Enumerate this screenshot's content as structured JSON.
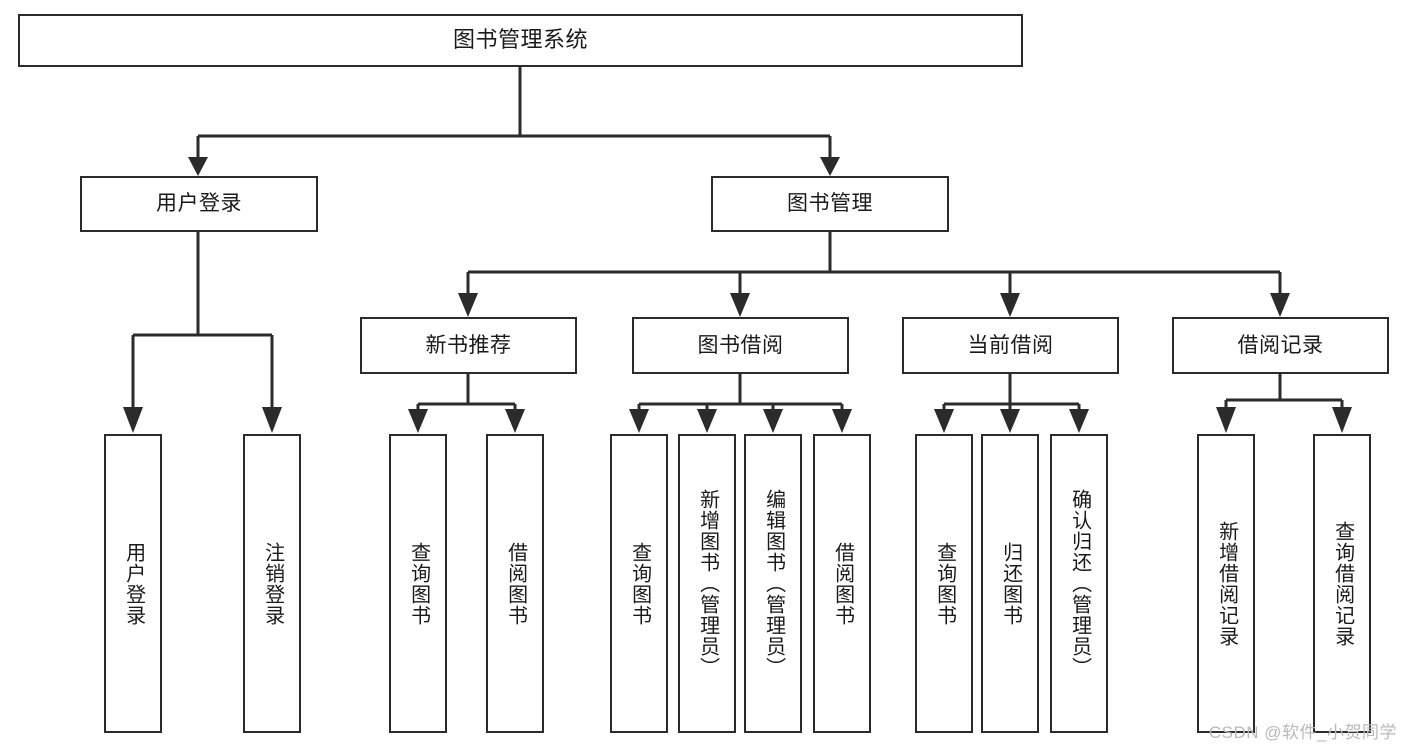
{
  "diagram": {
    "type": "tree",
    "title": "图书管理系统",
    "watermark": "CSDN @软件_小贺同学",
    "colors": {
      "stroke": "#2b2b2b",
      "fill": "#ffffff",
      "text": "#1a1a1a",
      "watermark": "#b9b9b9"
    },
    "levels": {
      "root": {
        "label": "图书管理系统"
      },
      "level2": [
        {
          "label": "用户登录"
        },
        {
          "label": "图书管理"
        }
      ],
      "level3": [
        {
          "label": "新书推荐"
        },
        {
          "label": "图书借阅"
        },
        {
          "label": "当前借阅"
        },
        {
          "label": "借阅记录"
        }
      ],
      "leaves": [
        {
          "label": "用户登录",
          "parent": "用户登录"
        },
        {
          "label": "注销登录",
          "parent": "用户登录"
        },
        {
          "label": "查询图书",
          "parent": "新书推荐"
        },
        {
          "label": "借阅图书",
          "parent": "新书推荐"
        },
        {
          "label": "查询图书",
          "parent": "图书借阅"
        },
        {
          "label": "新增图书（管理员）",
          "parent": "图书借阅"
        },
        {
          "label": "编辑图书（管理员）",
          "parent": "图书借阅"
        },
        {
          "label": "借阅图书",
          "parent": "图书借阅"
        },
        {
          "label": "查询图书",
          "parent": "当前借阅"
        },
        {
          "label": "归还图书",
          "parent": "当前借阅"
        },
        {
          "label": "确认归还（管理员）",
          "parent": "当前借阅"
        },
        {
          "label": "新增借阅记录",
          "parent": "借阅记录"
        },
        {
          "label": "查询借阅记录",
          "parent": "借阅记录"
        }
      ]
    }
  }
}
